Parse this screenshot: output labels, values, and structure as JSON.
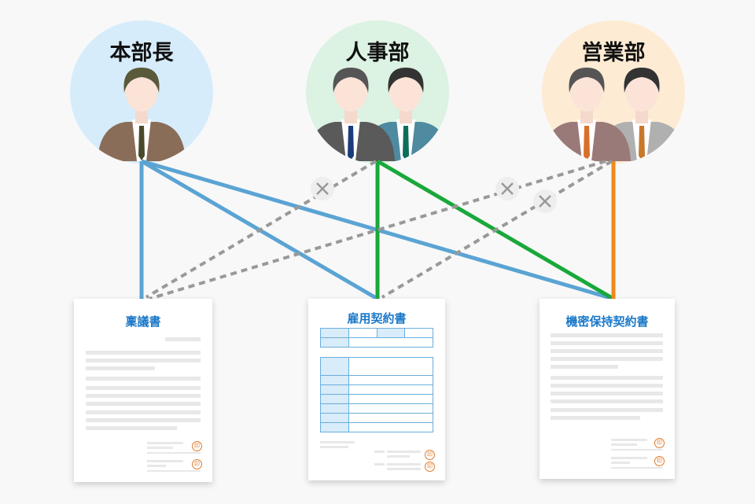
{
  "groups": [
    {
      "name": "本部長",
      "bg": "#d6ecfa"
    },
    {
      "name": "人事部",
      "bg": "#dcf2e2"
    },
    {
      "name": "営業部",
      "bg": "#fdebd3"
    }
  ],
  "documents": [
    {
      "title": "稟議書"
    },
    {
      "title": "雇用契約書"
    },
    {
      "title": "機密保持契約書"
    }
  ],
  "stamp_label": "印",
  "colors": {
    "honbucho": "#5aa4d4",
    "jinji": "#19a83a",
    "eigyo": "#ef8a1a",
    "denied": "#999999"
  },
  "links": [
    {
      "from": "本部長",
      "to": "稟議書",
      "status": "allowed"
    },
    {
      "from": "本部長",
      "to": "雇用契約書",
      "status": "allowed"
    },
    {
      "from": "本部長",
      "to": "機密保持契約書",
      "status": "allowed"
    },
    {
      "from": "人事部",
      "to": "雇用契約書",
      "status": "allowed"
    },
    {
      "from": "人事部",
      "to": "機密保持契約書",
      "status": "allowed"
    },
    {
      "from": "営業部",
      "to": "機密保持契約書",
      "status": "allowed"
    },
    {
      "from": "人事部",
      "to": "稟議書",
      "status": "denied"
    },
    {
      "from": "営業部",
      "to": "稟議書",
      "status": "denied"
    },
    {
      "from": "営業部",
      "to": "雇用契約書",
      "status": "denied"
    }
  ]
}
